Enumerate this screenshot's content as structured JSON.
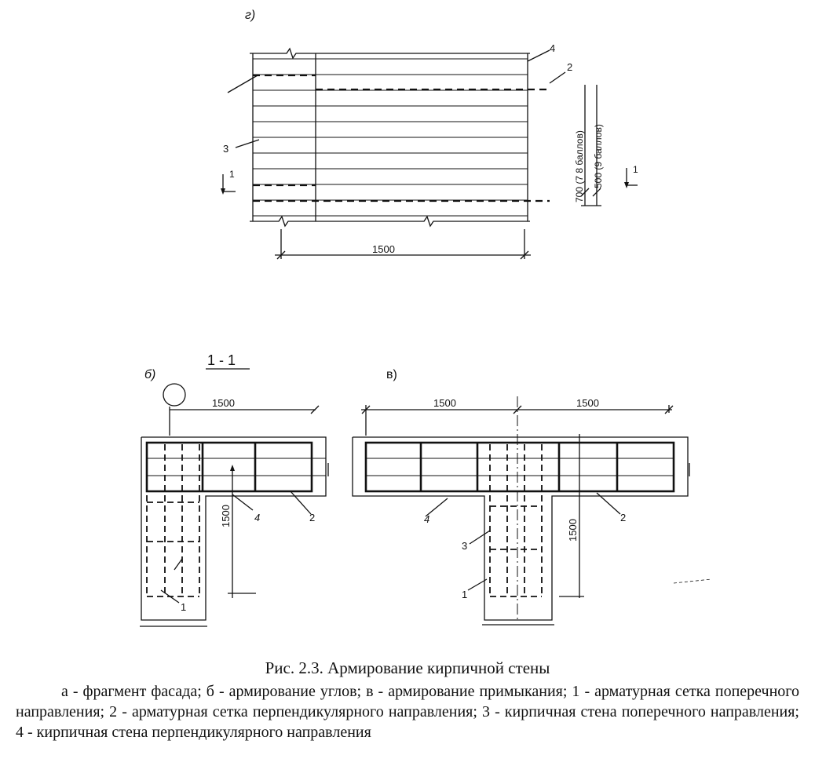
{
  "figure": {
    "view_a": {
      "label": "г)",
      "dimension": "1500",
      "spacing_7": "700 (7 8 баллов)",
      "spacing_9": "500 (9 баллов)",
      "callouts": [
        "4",
        "2",
        "3",
        "1",
        "1"
      ]
    },
    "view_b": {
      "label": "б)",
      "section_label": "1 - 1",
      "dimension_horizontal": "1500",
      "dimension_vertical": "1500",
      "callouts": [
        "4",
        "2",
        "1"
      ]
    },
    "view_c": {
      "label": "в)",
      "dimension_left": "1500",
      "dimension_right": "1500",
      "dimension_vertical": "1500",
      "callouts": [
        "4",
        "2",
        "3",
        "1"
      ]
    }
  },
  "caption": {
    "title": "Рис. 2.3. Армирование кирпичной стены",
    "description": "а - фрагмент фасада; б - армирование углов; в - армирование примыкания; 1 - арматурная сетка поперечного направления; 2 - арматурная сетка перпендикулярного направления; 3 - кирпичная стена поперечного направления; 4 - кирпичная стена перпендикулярного направления"
  },
  "colors": {
    "ink": "#111111",
    "paper": "#ffffff"
  }
}
